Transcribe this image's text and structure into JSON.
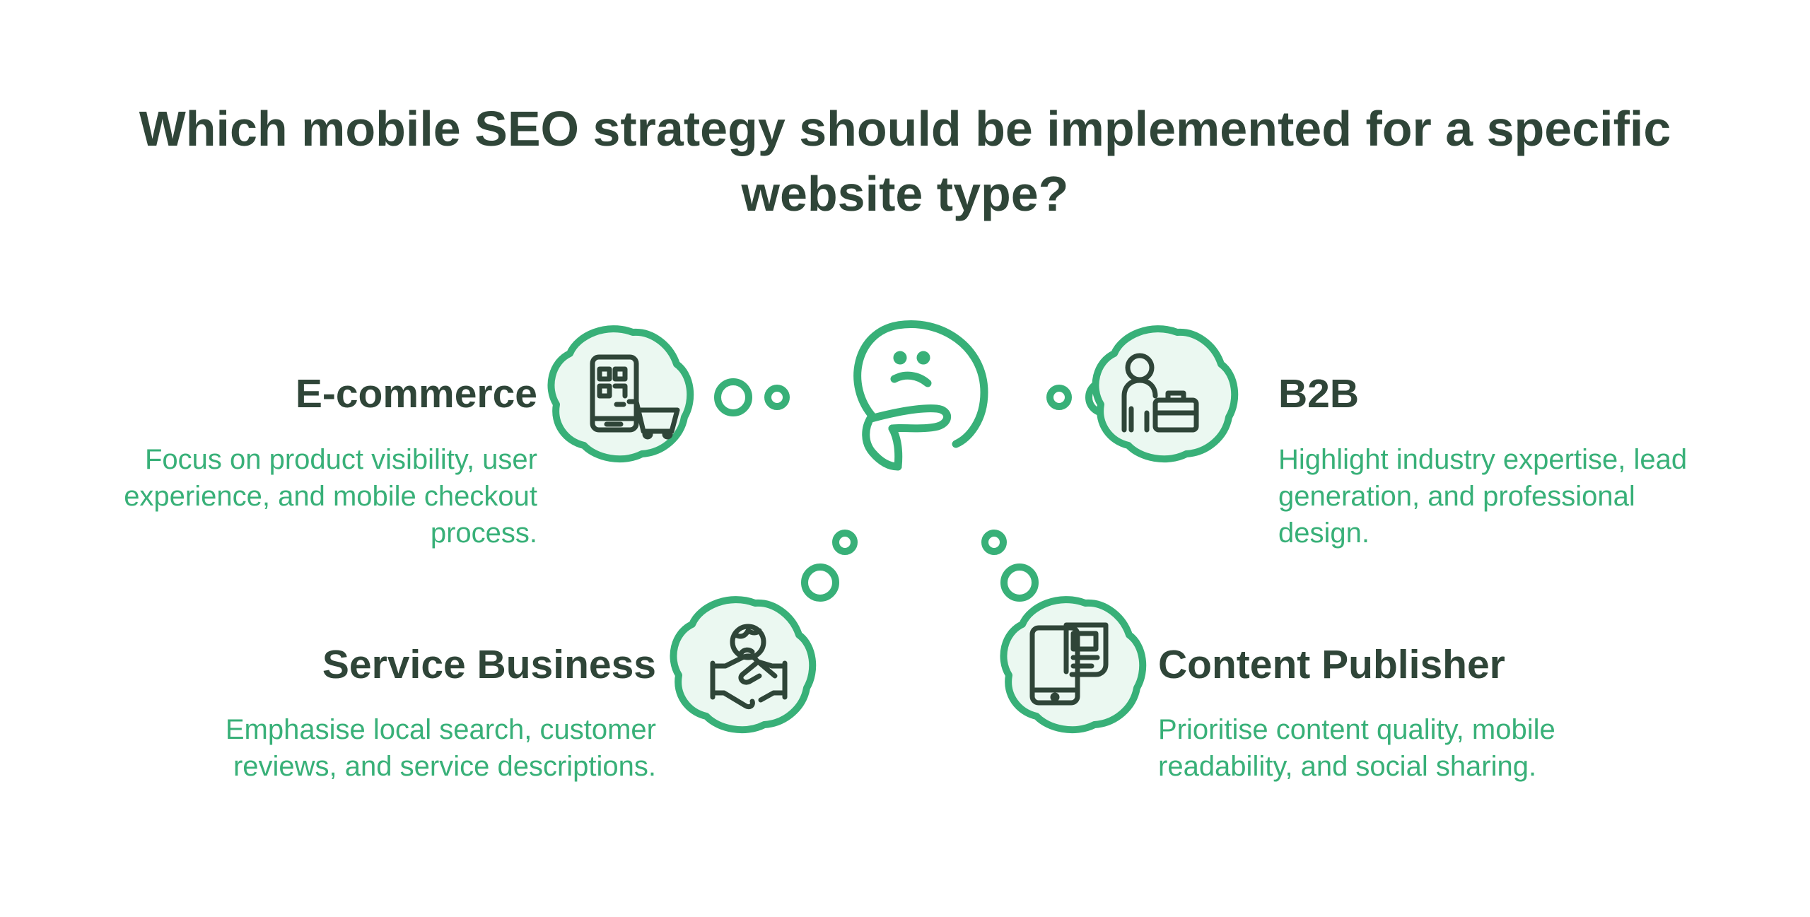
{
  "title": "Which mobile SEO strategy should be implemented for a specific website type?",
  "colors": {
    "heading": "#2f4538",
    "accent": "#38b078",
    "cloud_fill": "#ebf8f1",
    "icon_stroke": "#2f4538"
  },
  "center_icon": "thinking-face-icon",
  "options": [
    {
      "id": "ecommerce",
      "heading": "E-commerce",
      "description": "Focus on product visibility, user experience, and mobile checkout process.",
      "icon": "mobile-shopping-icon"
    },
    {
      "id": "b2b",
      "heading": "B2B",
      "description": "Highlight industry expertise, lead generation, and professional design.",
      "icon": "businessperson-briefcase-icon"
    },
    {
      "id": "service",
      "heading": "Service Business",
      "description": "Emphasise local search, customer reviews, and service descriptions.",
      "icon": "handshake-globe-icon"
    },
    {
      "id": "content",
      "heading": "Content Publisher",
      "description": "Prioritise content quality, mobile readability, and social sharing.",
      "icon": "mobile-news-icon"
    }
  ]
}
